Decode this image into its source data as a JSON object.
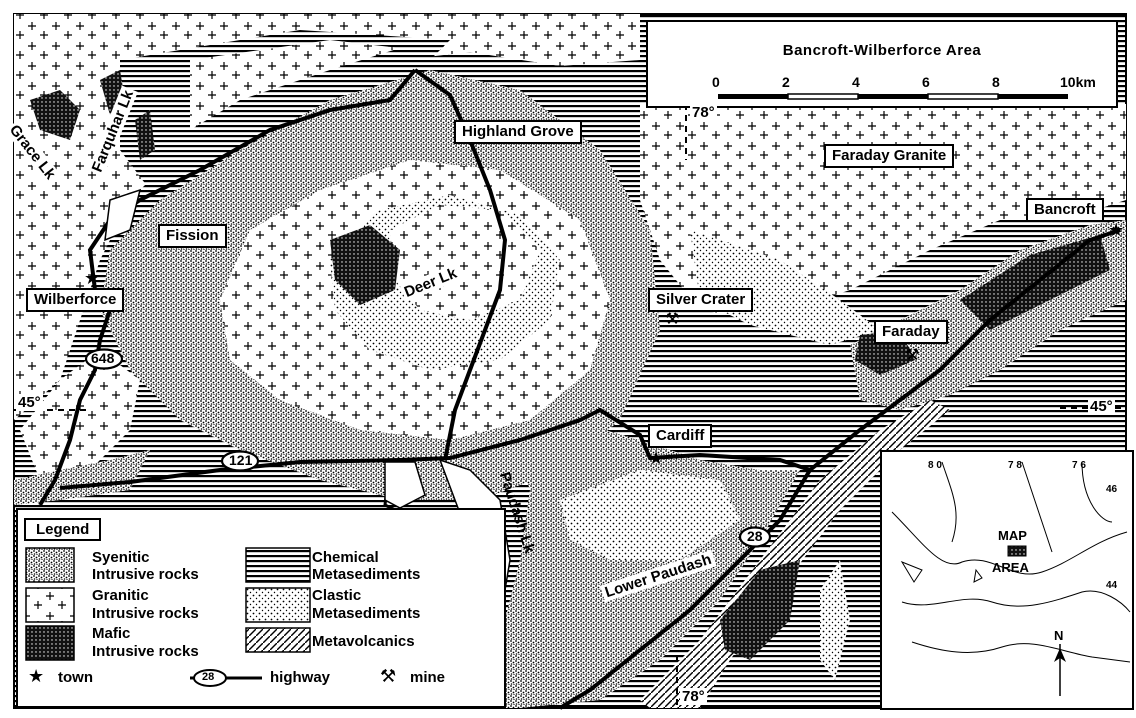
{
  "title": "Bancroft-Wilberforce  Area",
  "scale": {
    "ticks": [
      "0",
      "2",
      "4",
      "6",
      "8",
      "10km"
    ]
  },
  "places": {
    "highland_grove": "Highland Grove",
    "faraday_granite": "Faraday Granite",
    "bancroft": "Bancroft",
    "fission": "Fission",
    "wilberforce": "Wilberforce",
    "silver_crater": "Silver Crater",
    "faraday": "Faraday",
    "cardiff": "Cardiff",
    "lower_paudash": "Lower Paudash",
    "paudash_lk": "Paudash Lk",
    "deer_lk": "Deer Lk",
    "grace_lk": "Grace Lk",
    "farquhar_lk": "Farquhar Lk"
  },
  "highways": {
    "h648": "648",
    "h121": "121",
    "h28": "28"
  },
  "coords": {
    "lon_top": "78°",
    "lon_bottom": "78°",
    "lat_left": "45°",
    "lat_right": "45°"
  },
  "legend": {
    "title": "Legend",
    "syenitic": [
      "Syenitic",
      "Intrusive  rocks"
    ],
    "granitic": [
      "Granitic",
      "Intrusive  rocks"
    ],
    "mafic": [
      "Mafic",
      "Intrusive  rocks"
    ],
    "chemical": [
      "Chemical",
      "Metasediments"
    ],
    "clastic": [
      "Clastic",
      "Metasediments"
    ],
    "metavolcanics": "Metavolcanics",
    "town": "town",
    "highway": "highway",
    "highway_sample": "28",
    "mine": "mine"
  },
  "inset": {
    "lon_labels": [
      "8 0",
      "7 8",
      "7 6"
    ],
    "lat_labels": [
      "46",
      "44"
    ],
    "map_area": [
      "MAP",
      "AREA"
    ],
    "north": "N"
  }
}
